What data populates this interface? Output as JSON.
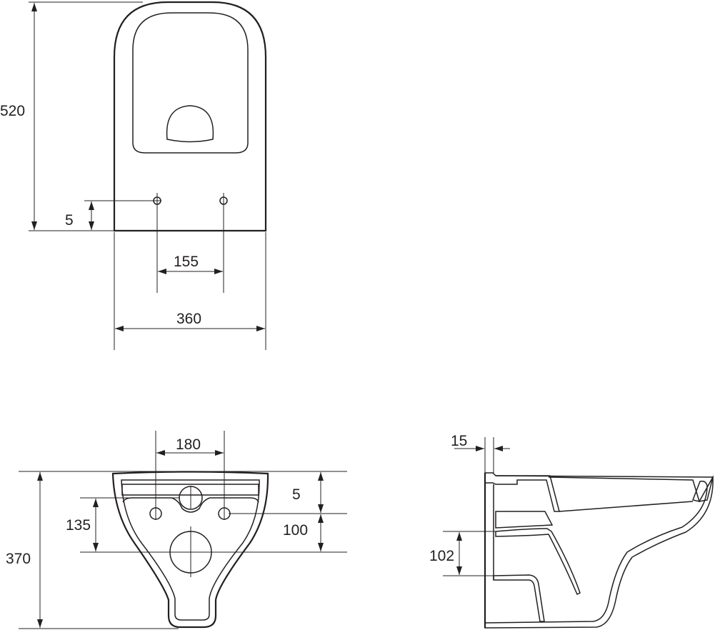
{
  "drawing": {
    "top_view": {
      "height": "520",
      "hole_offset": "5",
      "hole_spacing": "155",
      "width": "360"
    },
    "rear_view": {
      "hole_spacing": "180",
      "overall_height": "370",
      "upper_hole_to_center": "135",
      "top_to_holes": "5",
      "holes_to_outlet": "100"
    },
    "side_view": {
      "wall_offset": "15",
      "outlet_height": "102"
    }
  }
}
